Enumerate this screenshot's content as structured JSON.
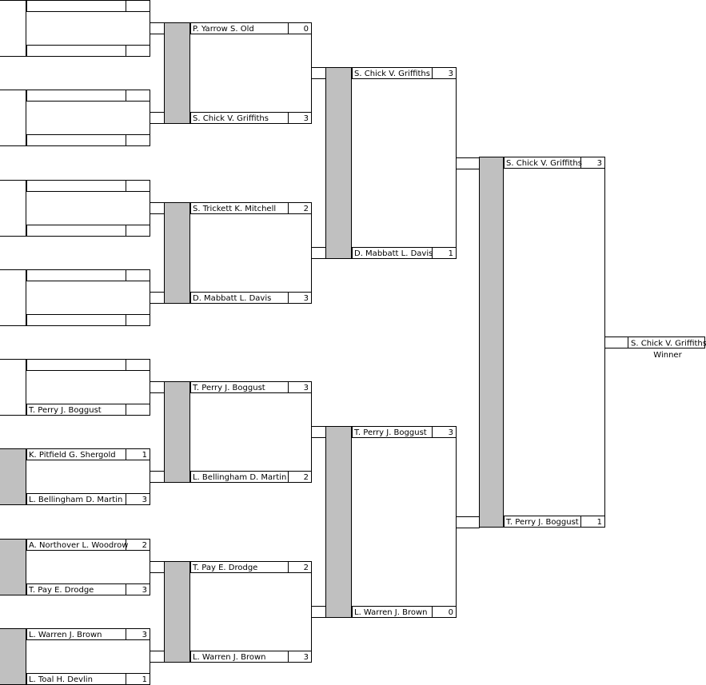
{
  "round1": [
    {
      "top": {
        "name": "",
        "score": ""
      },
      "bottom": {
        "name": "",
        "score": ""
      }
    },
    {
      "top": {
        "name": "",
        "score": ""
      },
      "bottom": {
        "name": "",
        "score": ""
      }
    },
    {
      "top": {
        "name": "",
        "score": ""
      },
      "bottom": {
        "name": "",
        "score": ""
      }
    },
    {
      "top": {
        "name": "",
        "score": ""
      },
      "bottom": {
        "name": "",
        "score": ""
      }
    },
    {
      "top": {
        "name": "",
        "score": ""
      },
      "bottom": {
        "name": "T. Perry J. Boggust",
        "score": ""
      }
    },
    {
      "top": {
        "name": "K. Pitfield G. Shergold",
        "score": "1"
      },
      "bottom": {
        "name": "L. Bellingham D. Martin",
        "score": "3"
      }
    },
    {
      "top": {
        "name": "A. Northover L. Woodrow",
        "score": "2"
      },
      "bottom": {
        "name": "T. Pay E. Drodge",
        "score": "3"
      }
    },
    {
      "top": {
        "name": "L. Warren J. Brown",
        "score": "3"
      },
      "bottom": {
        "name": "L. Toal H. Devlin",
        "score": "1"
      }
    }
  ],
  "round2": [
    {
      "top": {
        "name": "P. Yarrow S. Old",
        "score": "0"
      },
      "bottom": {
        "name": "S. Chick V. Griffiths",
        "score": "3"
      }
    },
    {
      "top": {
        "name": "S. Trickett K. Mitchell",
        "score": "2"
      },
      "bottom": {
        "name": "D. Mabbatt L. Davis",
        "score": "3"
      }
    },
    {
      "top": {
        "name": "T. Perry J. Boggust",
        "score": "3"
      },
      "bottom": {
        "name": "L. Bellingham D. Martin",
        "score": "2"
      }
    },
    {
      "top": {
        "name": "T. Pay E. Drodge",
        "score": "2"
      },
      "bottom": {
        "name": "L. Warren J. Brown",
        "score": "3"
      }
    }
  ],
  "round3": [
    {
      "top": {
        "name": "S. Chick V. Griffiths",
        "score": "3"
      },
      "bottom": {
        "name": "D. Mabbatt L. Davis",
        "score": "1"
      }
    },
    {
      "top": {
        "name": "T. Perry J. Boggust",
        "score": "3"
      },
      "bottom": {
        "name": "L. Warren J. Brown",
        "score": "0"
      }
    }
  ],
  "final": [
    {
      "top": {
        "name": "S. Chick V. Griffiths",
        "score": "3"
      },
      "bottom": {
        "name": "T. Perry J. Boggust",
        "score": "1"
      }
    }
  ],
  "winner": {
    "name": "S. Chick V. Griffiths",
    "label": "Winner"
  },
  "colors": {
    "bar": "#c0c0c0",
    "line": "#000000",
    "cell": "#ffffff"
  }
}
